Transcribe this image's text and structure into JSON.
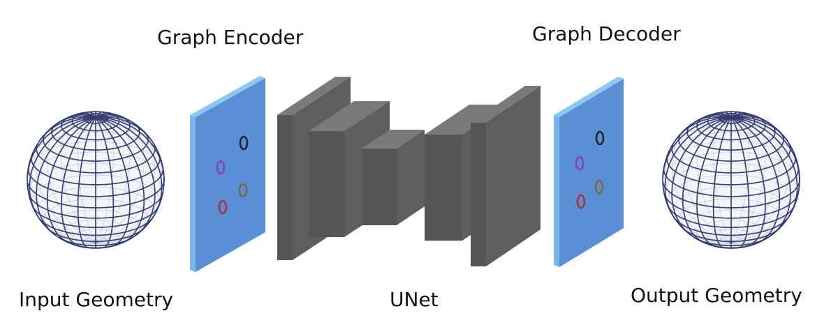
{
  "labels": {
    "graph_encoder": "Graph Encoder",
    "graph_decoder": "Graph Decoder",
    "input_geometry": "Input Geometry",
    "unet": "UNet",
    "output_geometry": "Output Geometry"
  },
  "colors": {
    "panel_face": "#5a8fd6",
    "panel_edge": "#8cc8f2",
    "block_dark": "#555555",
    "block_side": "#5e5e5e",
    "block_top": "#7a7a7a",
    "sphere_line": "#2f3a6e",
    "node_black": "#222222",
    "node_purple": "#8a3fb0",
    "node_brown": "#7a6444",
    "node_red": "#a8323c"
  }
}
